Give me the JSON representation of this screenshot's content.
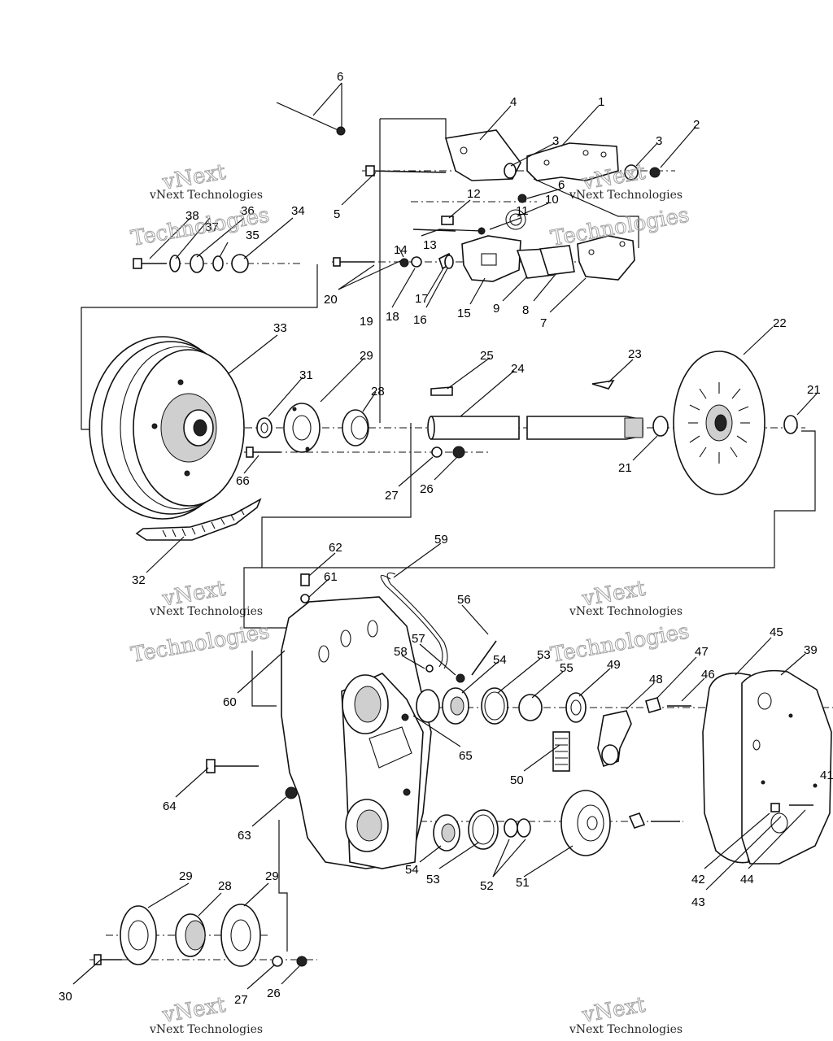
{
  "watermark": {
    "brand": "vNext",
    "line": "vNext Technologies",
    "word": "Technologies"
  },
  "callouts": [
    "1",
    "2",
    "3",
    "3",
    "4",
    "5",
    "6",
    "6",
    "7",
    "8",
    "9",
    "10",
    "11",
    "12",
    "13",
    "14",
    "15",
    "16",
    "17",
    "18",
    "19",
    "20",
    "21",
    "21",
    "22",
    "23",
    "24",
    "25",
    "26",
    "26",
    "27",
    "27",
    "28",
    "28",
    "29",
    "29",
    "29",
    "30",
    "31",
    "32",
    "33",
    "34",
    "35",
    "36",
    "37",
    "38",
    "39",
    "41",
    "42",
    "43",
    "44",
    "45",
    "46",
    "47",
    "48",
    "49",
    "50",
    "51",
    "52",
    "53",
    "53",
    "54",
    "54",
    "55",
    "56",
    "57",
    "58",
    "59",
    "60",
    "61",
    "62",
    "63",
    "64",
    "65",
    "66"
  ],
  "colors": {
    "line": "#111111",
    "background": "#ffffff",
    "watermark_outline": "#999999"
  }
}
